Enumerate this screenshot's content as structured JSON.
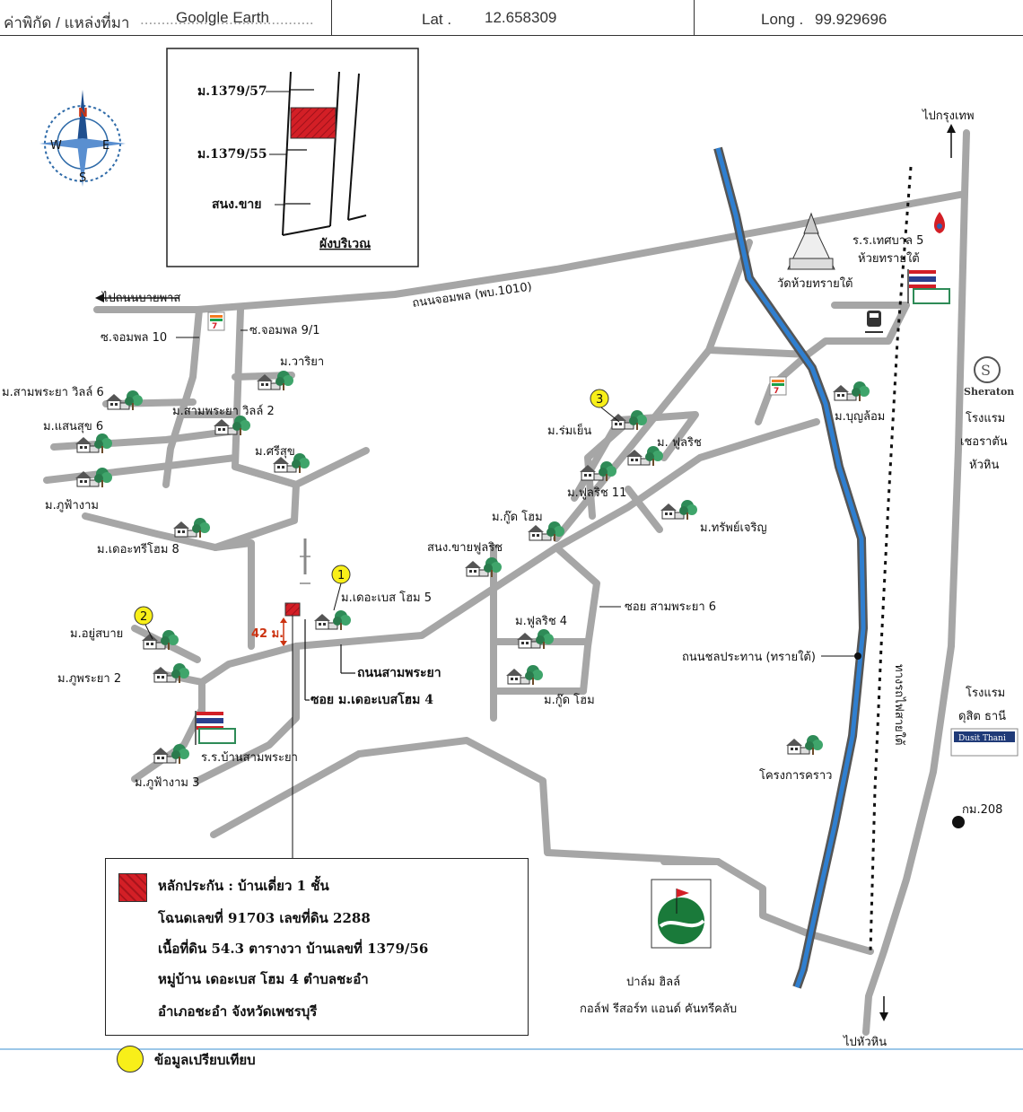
{
  "header": {
    "source_label": "ค่าพิกัด / แหล่งที่มา",
    "source_value": "Goolgle Earth",
    "lat_label": "Lat .",
    "lat_value": "12.658309",
    "long_label": "Long .",
    "long_value": "99.929696"
  },
  "compass": {
    "n": "N",
    "s": "S",
    "e": "E",
    "w": "W"
  },
  "inset": {
    "plot_top": "ม.1379/57",
    "plot_mid": "ม.1379/55",
    "plot_bottom": "สนง.ขาย",
    "caption": "ผังบริเวณ"
  },
  "roads": {
    "to_nabaipas": "ไปถนนบายพาส",
    "jompon_road": "ถนนจอมพล (พบ.1010)",
    "soi_jompon_10": "ซ.จอมพล 10",
    "soi_jompon_9_1": "ซ.จอมพล 9/1",
    "to_bangkok": "ไปกรุงเทพ",
    "to_huahin": "ไปหัวหิน",
    "sam_phraya_road": "ถนนสามพระยา",
    "soi_the_base_4": "ซอย ม.เดอะเบสโฮม 4",
    "soi_sam_phraya_6": "ซอย สามพระยา 6",
    "chonprathan_road": "ถนนชลประทาน (ทรายใต้)",
    "railway": "ทางรถไฟสายใต้",
    "km": "กม.208",
    "distance": "42 ม."
  },
  "places": {
    "wat": "วัดห้วยทรายใต้",
    "school_huaysai": "ร.ร.เทศบาล 5\nห้วยทรายใต้",
    "school_huaysai_1": "ร.ร.เทศบาล 5",
    "school_huaysai_2": "ห้วยทรายใต้",
    "sheraton_brand": "Sheraton",
    "sheraton_1": "โรงแรม",
    "sheraton_2": "เชอราตัน",
    "sheraton_3": "หัวหิน",
    "dusit_1": "โรงแรม",
    "dusit_2": "ดุสิต ธานี",
    "dusit_brand": "Dusit Thani",
    "krao": "โครงการคราว",
    "palm_1": "ปาล์ม ฮิลล์",
    "palm_2": "กอล์ฟ รีสอร์ท แอนด์ คันทรีคลับ",
    "school_samphraya": "ร.ร.บ้านสามพระยา"
  },
  "villages": {
    "wariya": "ม.วาริยา",
    "samphraya_villa_6": "ม.สามพระยา วิลล์ 6",
    "samphraya_villa_2": "ม.สามพระยา วิลล์ 2",
    "saensuk_6": "ม.แสนสุข 6",
    "srisuk": "ม.ศรีสุข",
    "phufangam": "ม.ภูฟ้างาม",
    "the_tree_8": "ม.เดอะทรีโฮม 8",
    "yusabai": "ม.อยู่สบาย",
    "phuphraya_2": "ม.ภูพระยา 2",
    "phufangam_3": "ม.ภูฟ้างาม 3",
    "the_base_5": "ม.เดอะเบส โฮม 5",
    "romyen": "ม.ร่มเย็น",
    "fulrich": "ม. ฟูลริช",
    "fulrich_11": "ม.ฟูลริช 11",
    "goodhome": "ม.กู๊ด โฮม",
    "fulrich_office": "สนง.ขายฟูลริช",
    "supcharoen": "ม.ทรัพย์เจริญ",
    "fulrich_4": "ม.ฟูลริช 4",
    "goodhome_2": "ม.กู๊ด โฮม",
    "bunlom": "ม.บุญล้อม"
  },
  "markers": {
    "m1": "1",
    "m2": "2",
    "m3": "3"
  },
  "legend": {
    "line1": "หลักประกัน : บ้านเดี่ยว 1 ชั้น",
    "line2": "โฉนดเลขที่ 91703  เลขที่ดิน 2288",
    "line3": "เนื้อที่ดิน 54.3 ตารางวา บ้านเลขที่ 1379/56",
    "line4": "หมู่บ้าน เดอะเบส โฮม 4 ตำบลชะอำ",
    "line5": "อำเภอชะอำ จังหวัดเพชรบุรี"
  },
  "comparison_label": "ข้อมูลเปรียบเทียบ",
  "colors": {
    "road": "#a6a6a6",
    "river": "#2f7fd0",
    "plot": "#d31f26",
    "marker": "#f8ef19",
    "tree": "#2e8b57"
  },
  "icons": {
    "compass": "compass-rose-icon",
    "seven_eleven": "seven-eleven-icon",
    "temple": "temple-icon",
    "school": "school-flag-icon",
    "train": "train-icon",
    "gas": "gas-station-icon",
    "village": "village-icon",
    "golf": "golf-icon"
  }
}
